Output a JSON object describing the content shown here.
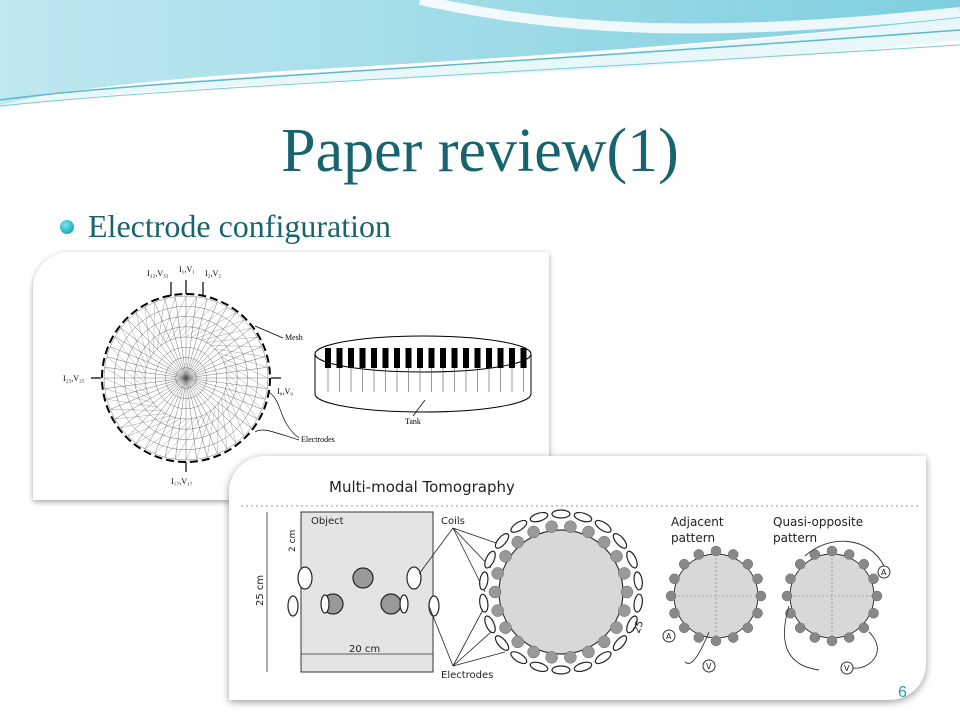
{
  "slide": {
    "title": "Paper review(1)",
    "bullet": "Electrode configuration",
    "page_number": "6"
  },
  "figure1": {
    "labels": {
      "top_left": "I₃₂,V₃₂",
      "top_mid": "I₁,V₁",
      "top_right": "I₂,V₂",
      "left": "I₂₅,V₂₅",
      "right": "I₉,V₉",
      "bottom": "I₁₇,V₁₇",
      "mesh": "Mesh",
      "tank": "Tank",
      "electrodes": "Electrodes"
    }
  },
  "figure2": {
    "title": "Multi-modal Tomography",
    "object": "Object",
    "coils": "Coils",
    "electrodes": "Electrodes",
    "dim_2cm": "2 cm",
    "dim_25cm": "25 cm",
    "dim_20cm": "20 cm",
    "dim_25": "25",
    "adjacent": "Adjacent",
    "adjacent_2": "pattern",
    "quasi": "Quasi-opposite",
    "quasi_2": "pattern",
    "marker_a": "A",
    "marker_v": "V"
  },
  "colors": {
    "title": "#17646e",
    "accent": "#1aaebf",
    "wave": "#8fd3e0"
  }
}
